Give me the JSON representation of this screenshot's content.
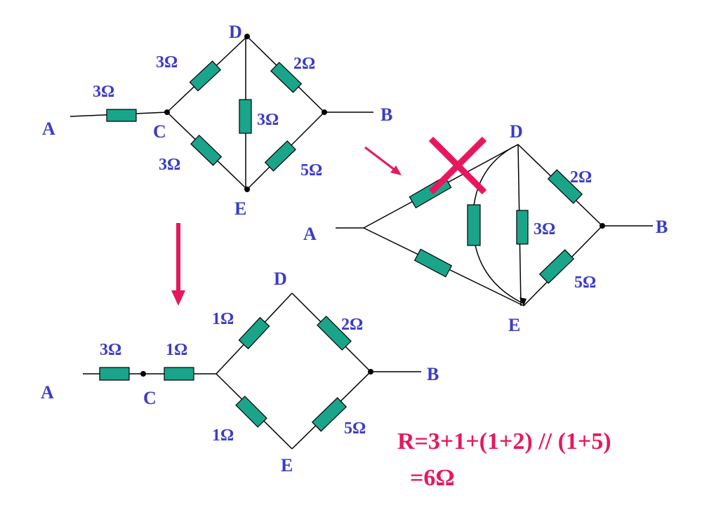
{
  "colors": {
    "label": "#3b3bc8",
    "resistor": "#1aa58a",
    "accent": "#e8175d",
    "wire": "#000000"
  },
  "original_circuit": {
    "nodes": {
      "a": "A",
      "b": "B",
      "c": "C",
      "d": "D",
      "e": "E"
    },
    "resistors": {
      "series_ac": "3Ω",
      "cd": "3Ω",
      "ce": "3Ω",
      "de": "3Ω",
      "db": "2Ω",
      "eb": "5Ω"
    }
  },
  "redrawn_circuit": {
    "nodes": {
      "a": "A",
      "b": "B",
      "d": "D",
      "e": "E"
    },
    "resistors": {
      "de": "3Ω",
      "db": "2Ω",
      "eb": "5Ω"
    }
  },
  "equivalent_circuit": {
    "nodes": {
      "a": "A",
      "b": "B",
      "c": "C",
      "d": "D",
      "e": "E"
    },
    "resistors": {
      "series_1": "3Ω",
      "series_2": "1Ω",
      "left_upper": "1Ω",
      "right_upper": "2Ω",
      "left_lower": "1Ω",
      "right_lower": "5Ω"
    }
  },
  "result": {
    "line1": "R=3+1+(1+2) // (1+5)",
    "line2": "=6Ω"
  }
}
